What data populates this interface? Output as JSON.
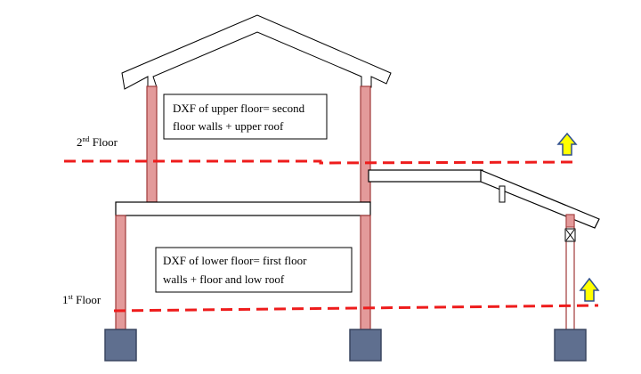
{
  "labels": {
    "second_floor_num": "2",
    "second_floor_sup": "nd",
    "second_floor_word": " Floor",
    "first_floor_num": "1",
    "first_floor_sup": "st",
    "first_floor_word": " Floor"
  },
  "upper_box": {
    "line1": "DXF of upper floor= second",
    "line2": "floor walls + upper roof"
  },
  "lower_box": {
    "line1": "DXF of lower floor= first floor",
    "line2": "walls + floor and low roof"
  },
  "colors": {
    "post_fill": "#e39a9a",
    "post_stroke": "#a03a3a",
    "footing_fill": "#5f6f8f",
    "footing_stroke": "#3a4660",
    "level_line": "#ee1c1c",
    "arrow_fill": "#ffff00",
    "arrow_stroke": "#2e4f8f",
    "outline": "#000000"
  }
}
